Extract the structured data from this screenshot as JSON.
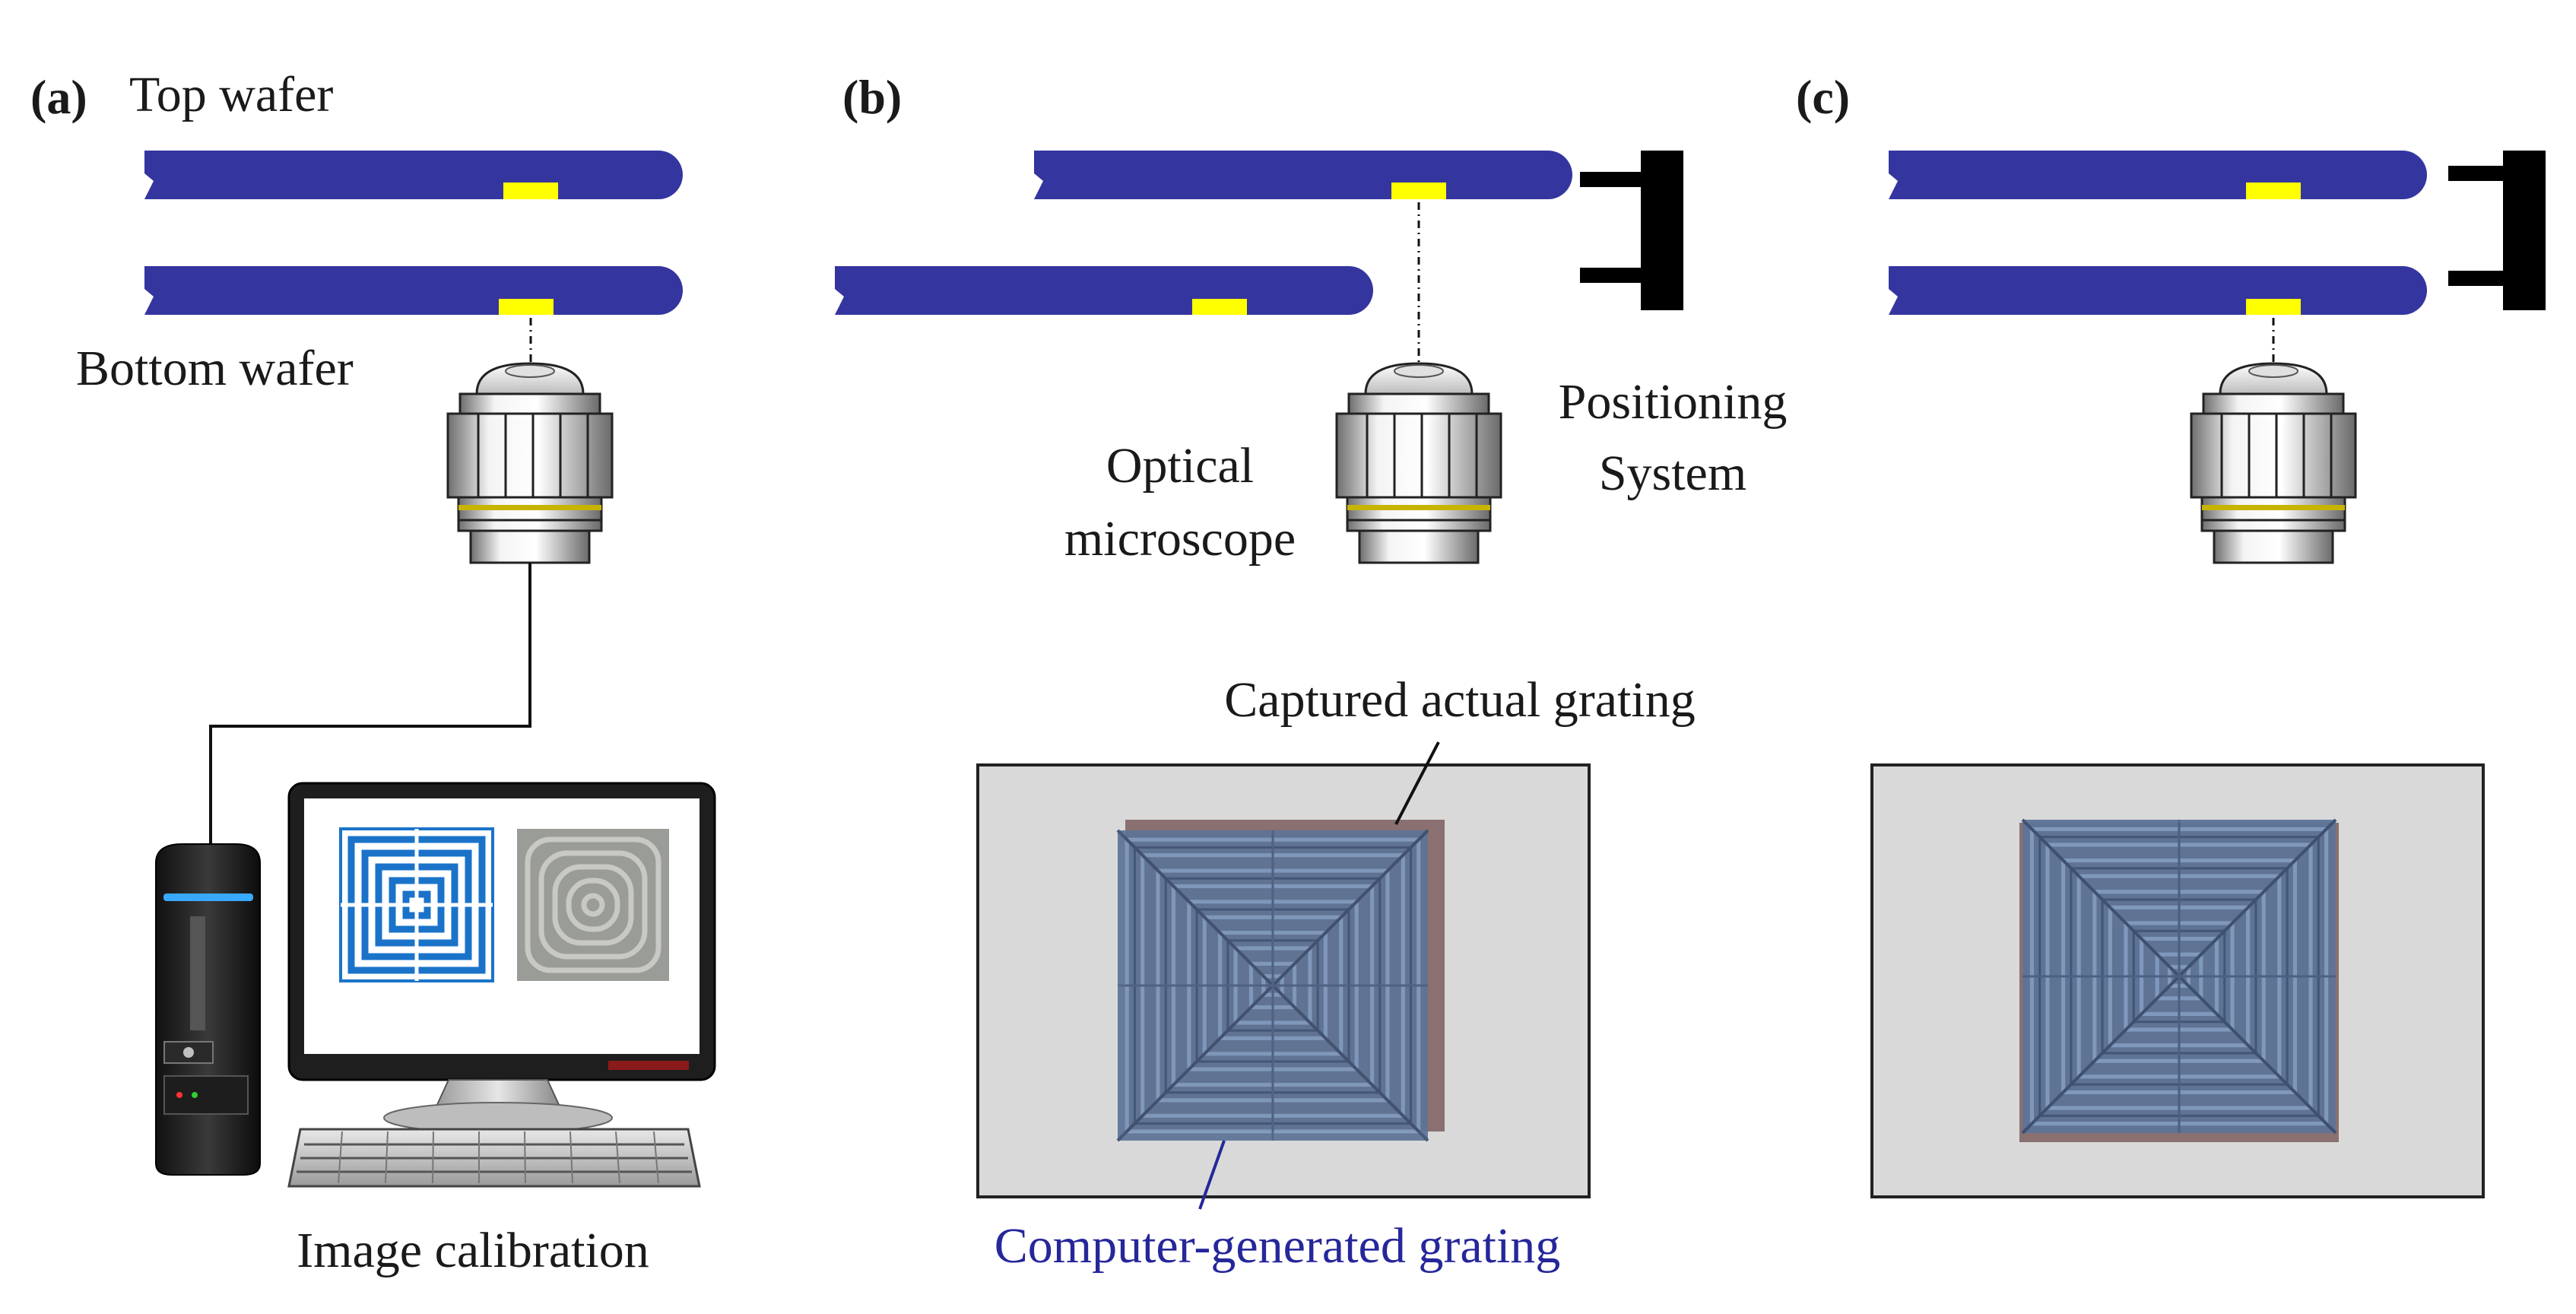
{
  "panels": {
    "a": {
      "tag": "(a)",
      "top_wafer_label": "Top wafer",
      "bottom_wafer_label": "Bottom wafer",
      "image_calibration_label": "Image calibration"
    },
    "b": {
      "tag": "(b)",
      "microscope_label_line1": "Optical",
      "microscope_label_line2": "microscope",
      "positioning_label_line1": "Positioning",
      "positioning_label_line2": "System",
      "captured_label": "Captured actual grating",
      "generated_label": "Computer-generated grating"
    },
    "c": {
      "tag": "(c)"
    }
  },
  "colors": {
    "wafer": "#3535a0",
    "mark": "#ffff00",
    "generated_text": "#26279a",
    "captured_square": "#8a7070",
    "generated_square": "#6d8fbf",
    "screen_bg": "#d9d9d9"
  },
  "icons": [
    "microscope-objective-icon",
    "desktop-computer-icon",
    "positioning-stage-icon"
  ]
}
